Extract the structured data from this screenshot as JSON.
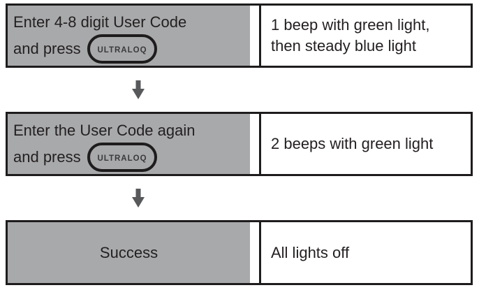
{
  "diagram": {
    "logo": {
      "text": "ULTRALOQ"
    },
    "steps": [
      {
        "instruction_line1": "Enter 4-8 digit User Code",
        "instruction_line2": "and press",
        "result_line1": "1 beep with green light,",
        "result_line2": "then steady blue light"
      },
      {
        "instruction_line1": "Enter the User Code again",
        "instruction_line2": "and press",
        "result_line1": "2 beeps with green light"
      },
      {
        "instruction_center": "Success",
        "result_line1": "All lights off"
      }
    ],
    "colors": {
      "cell_gray": "#a8a9ab",
      "border_black": "#1e1c1c",
      "arrow_gray": "#58595b",
      "text": "#231f20"
    }
  }
}
